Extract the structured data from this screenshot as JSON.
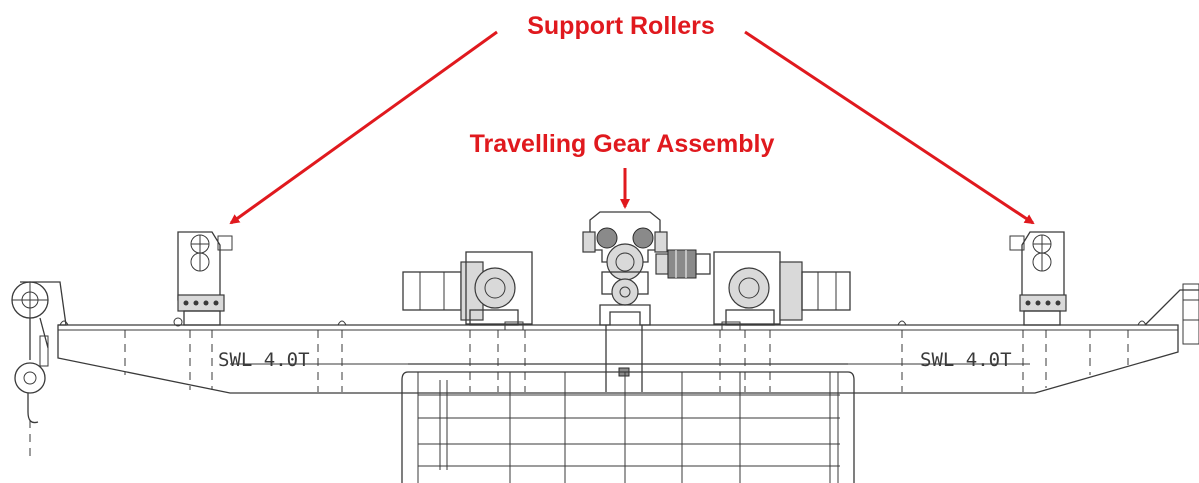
{
  "labels": {
    "support_rollers": "Support Rollers",
    "travelling_gear": "Travelling Gear Assembly",
    "swl_left": "SWL 4.0T",
    "swl_right": "SWL 4.0T"
  },
  "colors": {
    "annotation": "#e0191e",
    "drawing": "#3a3a3a"
  }
}
